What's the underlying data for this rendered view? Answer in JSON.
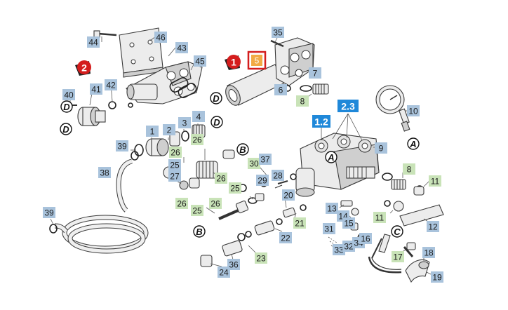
{
  "colors": {
    "blue_label": "#a9c3dc",
    "green_label": "#c9e3b8",
    "orange_label": "#f2aa44",
    "red_marker": "#d41d1d",
    "header_label": "#1f88d9"
  },
  "markers": [
    "2",
    "1"
  ],
  "highlight": "5",
  "headers": [
    "2.3",
    "1.2"
  ],
  "circle_letters": [
    "D",
    "D",
    "D",
    "D",
    "B",
    "B",
    "A",
    "A",
    "C"
  ],
  "labels": [
    "35",
    "44",
    "46",
    "43",
    "45",
    "7",
    "6",
    "8",
    "40",
    "41",
    "42",
    "3",
    "4",
    "1",
    "2",
    "10",
    "9",
    "39",
    "26",
    "26",
    "25",
    "38",
    "30",
    "37",
    "29",
    "28",
    "27",
    "25",
    "26",
    "8",
    "11",
    "11",
    "39",
    "26",
    "25",
    "26",
    "13",
    "14",
    "15",
    "12",
    "20",
    "21",
    "22",
    "31",
    "33",
    "32",
    "34",
    "16",
    "17",
    "18",
    "19",
    "23",
    "24",
    "36"
  ]
}
